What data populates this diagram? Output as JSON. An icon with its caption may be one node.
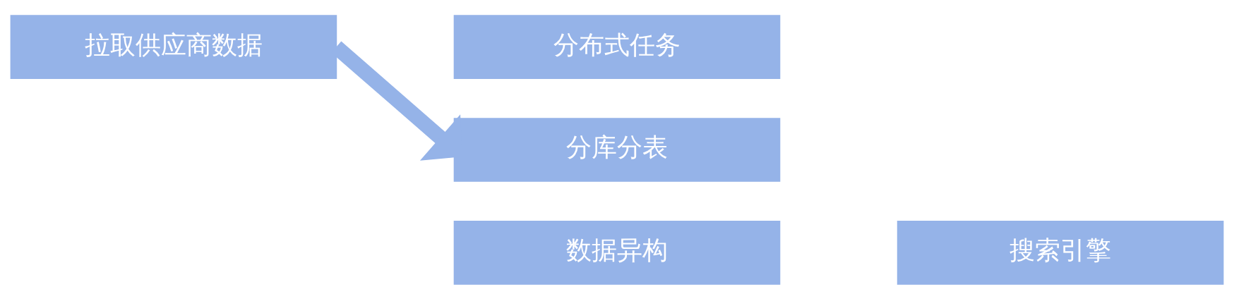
{
  "diagram": {
    "nodes": [
      {
        "text": [
          "拉取供应商数据"
        ]
      },
      {
        "text": [
          "分布式任务"
        ]
      },
      {
        "text": [
          "分库分表"
        ]
      },
      {
        "text": [
          "数据异构"
        ]
      },
      {
        "text": [
          "搜索引擎"
        ]
      }
    ],
    "edges": [
      {
        "from": 0,
        "to": 2,
        "arrow": "to"
      }
    ]
  }
}
